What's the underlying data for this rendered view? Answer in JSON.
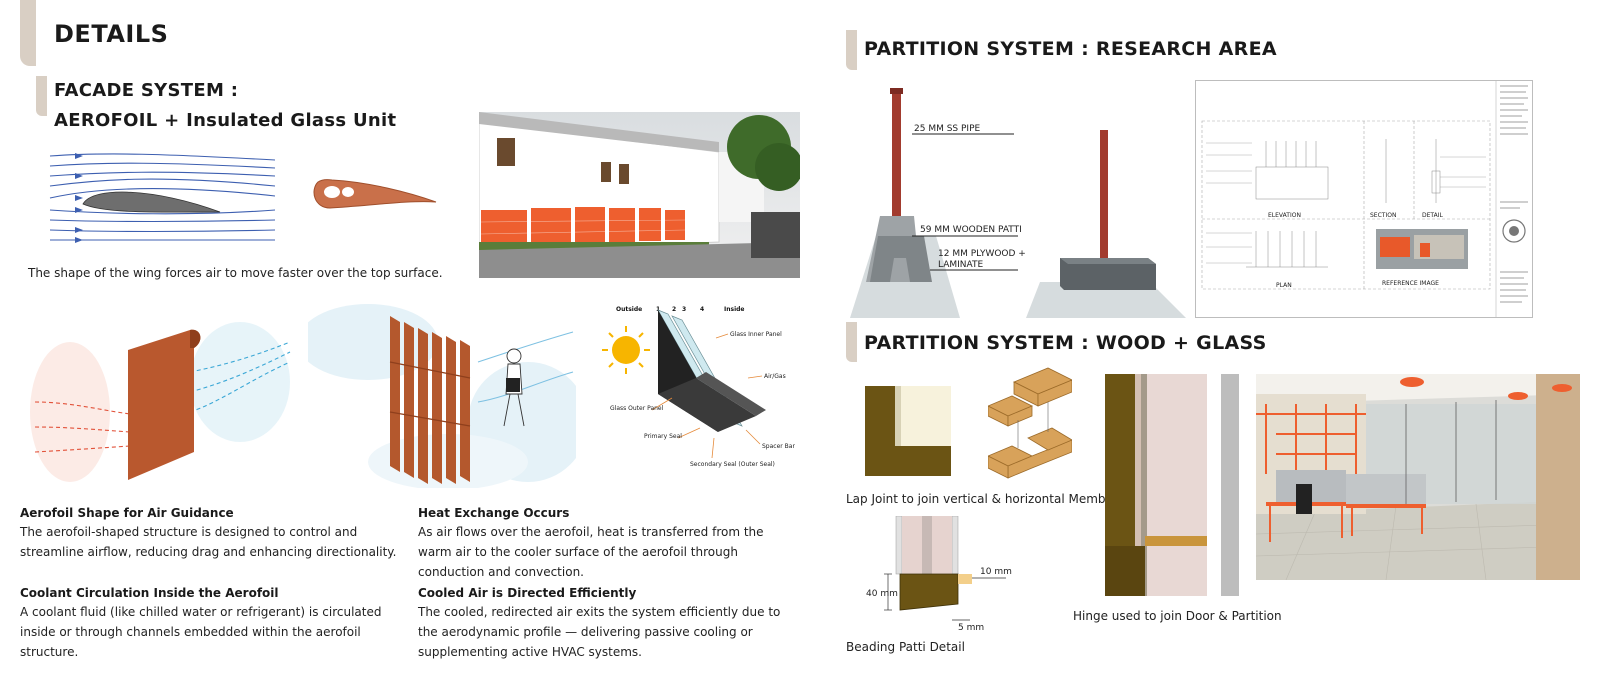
{
  "details": {
    "title": "DETAILS"
  },
  "facade": {
    "title_line1": "FACADE SYSTEM :",
    "title_line2": "AEROFOIL + Insulated Glass Unit",
    "wing_caption": "The shape of the wing forces air to move faster over the top surface.",
    "igu": {
      "outside": "Outside",
      "inside": "Inside",
      "n1": "1",
      "n2": "2",
      "n3": "3",
      "n4": "4",
      "glass_inner": "Glass Inner Panel",
      "air_gas": "Air/Gas",
      "glass_outer": "Glass Outer Panel",
      "primary_seal": "Primary Seal",
      "spacer_bar": "Spacer Bar",
      "secondary_seal": "Secondary Seal (Outer Seal)"
    },
    "paragraphs": [
      {
        "title": "Aerofoil Shape for Air Guidance",
        "body": "The aerofoil-shaped structure is designed to control and streamline airflow, reducing drag and enhancing directionality."
      },
      {
        "title": "Heat Exchange Occurs",
        "body": "As air flows over the aerofoil, heat is transferred from the warm air to the cooler surface of the aerofoil through conduction and convection."
      },
      {
        "title": "Coolant Circulation Inside the Aerofoil",
        "body": "A coolant fluid (like chilled water or refrigerant) is circulated inside or through channels embedded within the aerofoil structure."
      },
      {
        "title": "Cooled Air is Directed Efficiently",
        "body": "The cooled, redirected air exits the system efficiently due to the aerodynamic profile — delivering passive cooling or supplementing active HVAC systems."
      }
    ]
  },
  "research": {
    "title": "PARTITION SYSTEM : RESEARCH AREA",
    "label_pipe": "25 MM SS PIPE",
    "label_patti": "59 MM WOODEN PATTI",
    "label_plywood_1": "12 MM PLYWOOD +",
    "label_plywood_2": "LAMINATE",
    "drawing": {
      "elevation": "ELEVATION",
      "section": "SECTION",
      "detail": "DETAIL",
      "plan": "PLAN",
      "reference": "REFERENCE IMAGE"
    }
  },
  "woodglass": {
    "title": "PARTITION SYSTEM : WOOD + GLASS",
    "lap_caption": "Lap Joint to join vertical & horizontal Members",
    "hinge_caption": "Hinge used to join Door & Partition",
    "beading_caption": "Beading Patti Detail",
    "dim_40": "40 mm",
    "dim_10": "10 mm",
    "dim_5": "5 mm"
  },
  "colors": {
    "accent": "#d9cfc4",
    "terracotta": "#b9582e",
    "orange": "#e8592a",
    "wood": "#6b5414",
    "timber": "#d8a25a",
    "flow_blue": "#3d5fb0"
  }
}
